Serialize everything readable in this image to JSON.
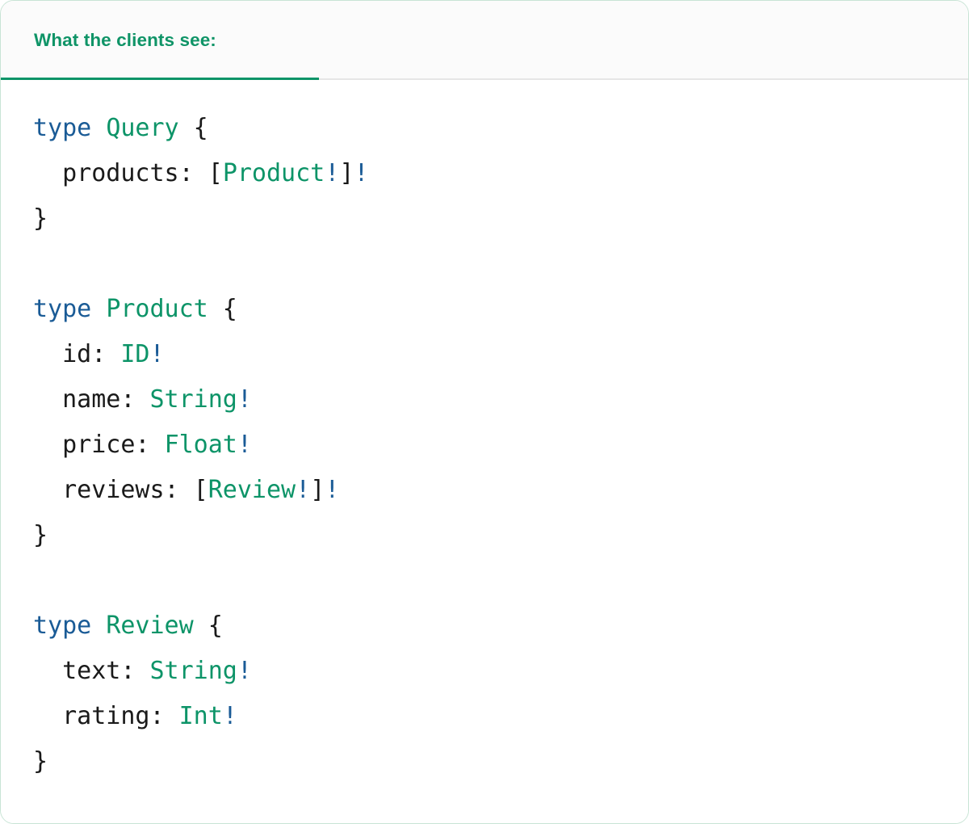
{
  "card": {
    "border_color": "#c8e4d5",
    "background": "#ffffff"
  },
  "header": {
    "background": "#fbfbfb",
    "tab_label": "What the clients see:",
    "tab_accent_color": "#0d9468",
    "rule_color": "#e6e6e6"
  },
  "palette": {
    "keyword_blue": "#1a5b96",
    "type_green": "#0d9468",
    "punctuation": "#1a1a1a",
    "header_green": "#0f9467"
  },
  "code": {
    "language": "graphql",
    "raw": "type Query {\n  products: [Product!]!\n}\n\ntype Product {\n  id: ID!\n  name: String!\n  price: Float!\n  reviews: [Review!]!\n}\n\ntype Review {\n  text: String!\n  rating: Int!\n}",
    "lines": [
      {
        "tokens": [
          {
            "t": "type",
            "k": "kw"
          },
          {
            "t": " ",
            "k": "pun"
          },
          {
            "t": "Query",
            "k": "type"
          },
          {
            "t": " {",
            "k": "pun"
          }
        ]
      },
      {
        "tokens": [
          {
            "t": "  products:",
            "k": "field"
          },
          {
            "t": " [",
            "k": "pun"
          },
          {
            "t": "Product",
            "k": "type"
          },
          {
            "t": "!",
            "k": "bang"
          },
          {
            "t": "]",
            "k": "pun"
          },
          {
            "t": "!",
            "k": "bang"
          }
        ]
      },
      {
        "tokens": [
          {
            "t": "}",
            "k": "pun"
          }
        ]
      },
      {
        "tokens": []
      },
      {
        "tokens": [
          {
            "t": "type",
            "k": "kw"
          },
          {
            "t": " ",
            "k": "pun"
          },
          {
            "t": "Product",
            "k": "type"
          },
          {
            "t": " {",
            "k": "pun"
          }
        ]
      },
      {
        "tokens": [
          {
            "t": "  id:",
            "k": "field"
          },
          {
            "t": " ",
            "k": "pun"
          },
          {
            "t": "ID",
            "k": "type"
          },
          {
            "t": "!",
            "k": "bang"
          }
        ]
      },
      {
        "tokens": [
          {
            "t": "  name:",
            "k": "field"
          },
          {
            "t": " ",
            "k": "pun"
          },
          {
            "t": "String",
            "k": "type"
          },
          {
            "t": "!",
            "k": "bang"
          }
        ]
      },
      {
        "tokens": [
          {
            "t": "  price:",
            "k": "field"
          },
          {
            "t": " ",
            "k": "pun"
          },
          {
            "t": "Float",
            "k": "type"
          },
          {
            "t": "!",
            "k": "bang"
          }
        ]
      },
      {
        "tokens": [
          {
            "t": "  reviews:",
            "k": "field"
          },
          {
            "t": " [",
            "k": "pun"
          },
          {
            "t": "Review",
            "k": "type"
          },
          {
            "t": "!",
            "k": "bang"
          },
          {
            "t": "]",
            "k": "pun"
          },
          {
            "t": "!",
            "k": "bang"
          }
        ]
      },
      {
        "tokens": [
          {
            "t": "}",
            "k": "pun"
          }
        ]
      },
      {
        "tokens": []
      },
      {
        "tokens": [
          {
            "t": "type",
            "k": "kw"
          },
          {
            "t": " ",
            "k": "pun"
          },
          {
            "t": "Review",
            "k": "type"
          },
          {
            "t": " {",
            "k": "pun"
          }
        ]
      },
      {
        "tokens": [
          {
            "t": "  text:",
            "k": "field"
          },
          {
            "t": " ",
            "k": "pun"
          },
          {
            "t": "String",
            "k": "type"
          },
          {
            "t": "!",
            "k": "bang"
          }
        ]
      },
      {
        "tokens": [
          {
            "t": "  rating:",
            "k": "field"
          },
          {
            "t": " ",
            "k": "pun"
          },
          {
            "t": "Int",
            "k": "type"
          },
          {
            "t": "!",
            "k": "bang"
          }
        ]
      },
      {
        "tokens": [
          {
            "t": "}",
            "k": "pun"
          }
        ]
      }
    ]
  }
}
